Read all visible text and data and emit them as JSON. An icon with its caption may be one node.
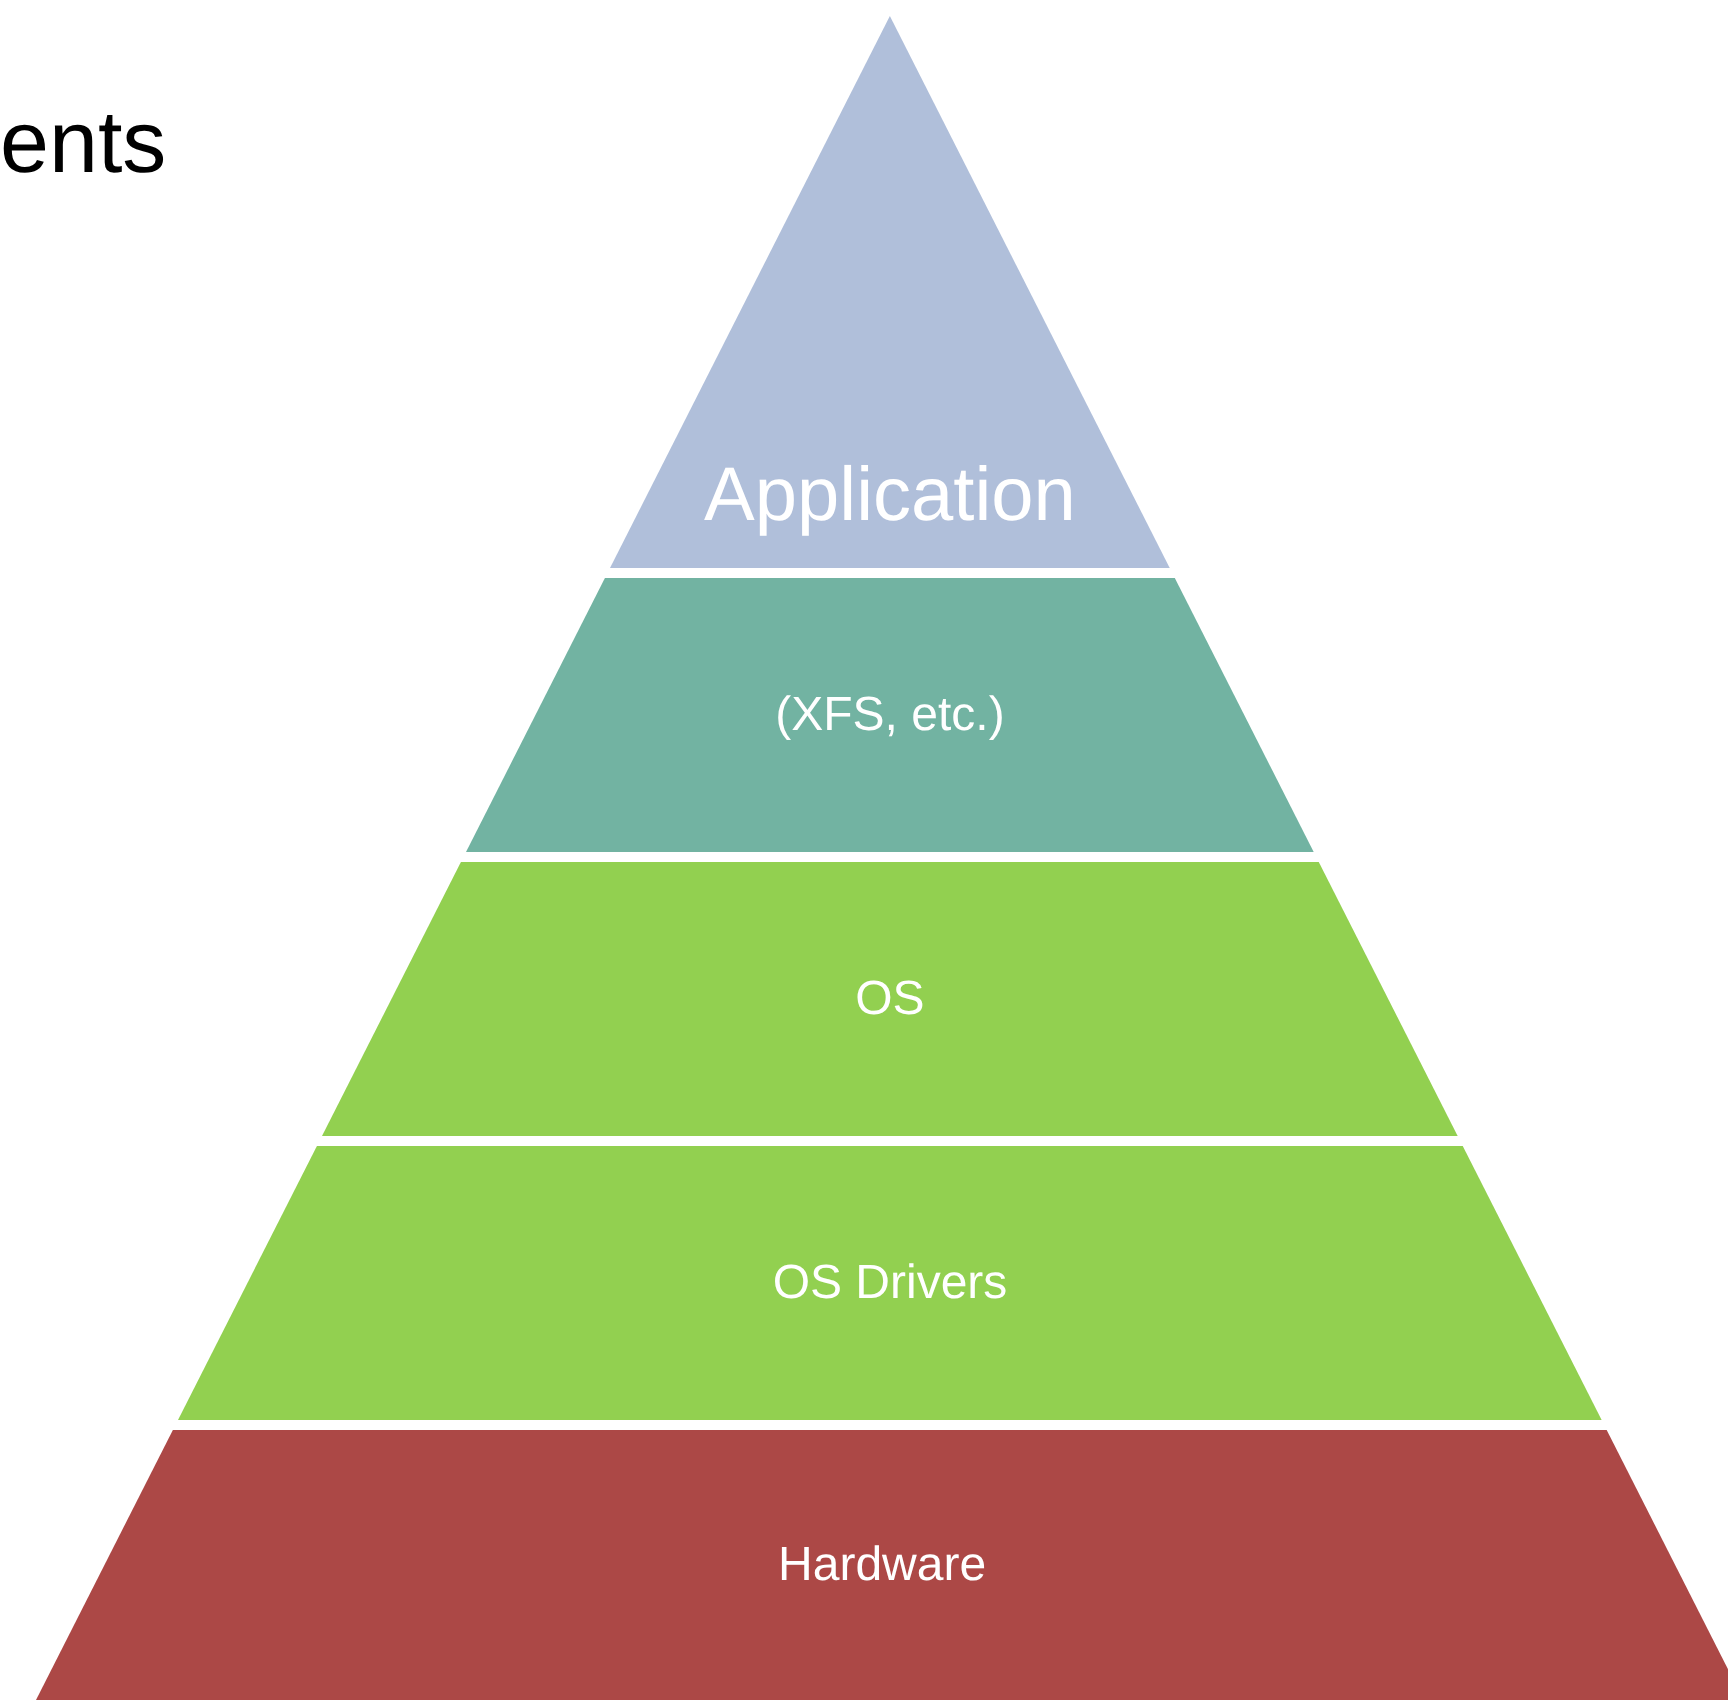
{
  "diagram": {
    "title": "ents",
    "nodes": [
      {
        "text": [
          "Application"
        ]
      },
      {
        "text": [
          "(XFS, etc.)"
        ]
      },
      {
        "text": [
          "OS"
        ]
      },
      {
        "text": [
          "OS Drivers"
        ]
      },
      {
        "text": [
          "Hardware"
        ]
      }
    ]
  }
}
